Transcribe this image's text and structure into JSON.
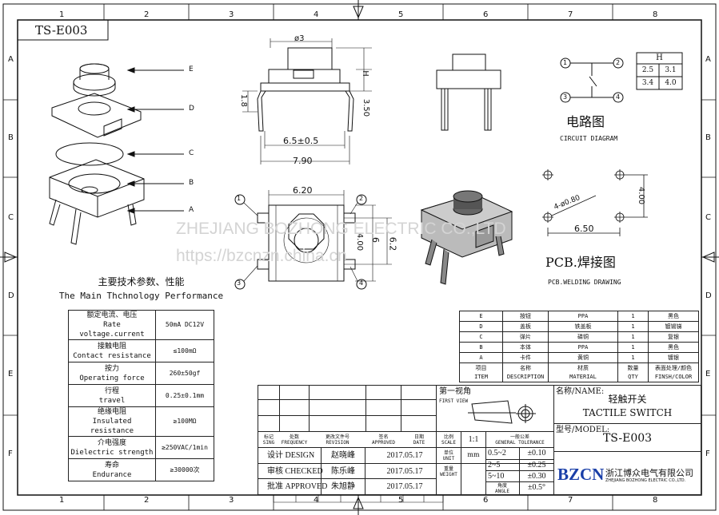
{
  "ruler": {
    "cols": [
      "1",
      "2",
      "3",
      "4",
      "5",
      "6",
      "7",
      "8"
    ],
    "rows": [
      "A",
      "B",
      "C",
      "D",
      "E",
      "F"
    ]
  },
  "part_no": "TS-E003",
  "exploded_labels": [
    "E",
    "D",
    "C",
    "B",
    "A"
  ],
  "dims": {
    "d3": "ø3",
    "h": "H",
    "d18": "1.8",
    "d350": "3.50",
    "d65": "6.5±0.5",
    "d790": "7.90",
    "d620": "6.20",
    "d6": "6",
    "d400": "4.00",
    "d62": "6.2",
    "pcb_400": "4.00",
    "pcb_08": "4-ø0.80",
    "pcb_650": "6.50"
  },
  "pins": [
    "1",
    "2",
    "3",
    "4"
  ],
  "circuit": {
    "title": "电路图",
    "subtitle": "CIRCUIT DIAGRAM",
    "pins": [
      "1",
      "2",
      "3",
      "4"
    ]
  },
  "h_table": {
    "header": "H",
    "rows": [
      [
        "2.5",
        "3.1"
      ],
      [
        "3.4",
        "4.0"
      ]
    ]
  },
  "pcb": {
    "title": "PCB.焊接图",
    "subtitle": "PCB.WELDING DRAWING"
  },
  "watermark": {
    "line1": "ZHEJIANG BOZHONG ELECTRIC CO.,LTD",
    "line2": "https://bzcnzn.china.cn"
  },
  "spec": {
    "title_cn": "主要技术参数、性能",
    "title_en": "The Main Thchnology Performance",
    "rows": [
      {
        "cn": "额定电流、电压",
        "en": "Rate voltage.current",
        "value": "50mA DC12V"
      },
      {
        "cn": "接触电阻",
        "en": "Contact resistance",
        "value": "≤100mΩ"
      },
      {
        "cn": "按力",
        "en": "Operating force",
        "value": "260±50gf"
      },
      {
        "cn": "行程",
        "en": "travel",
        "value": "0.25±0.1mm"
      },
      {
        "cn": "绝缘电阻",
        "en": "Insulated resistance",
        "value": "≥100MΩ"
      },
      {
        "cn": "介电强度",
        "en": "Dielectric strength",
        "value": "≥250VAC/1min"
      },
      {
        "cn": "寿命",
        "en": "Endurance",
        "value": "≥30000次"
      }
    ]
  },
  "parts": {
    "rows": [
      [
        "E",
        "按钮",
        "PPA",
        "1",
        "黑色"
      ],
      [
        "D",
        "盖板",
        "铁盖板",
        "1",
        "镀锡锑"
      ],
      [
        "C",
        "弹片",
        "磷铜",
        "1",
        "复银"
      ],
      [
        "B",
        "本体",
        "PPA",
        "1",
        "黑色"
      ],
      [
        "A",
        "卡件",
        "黄铜",
        "1",
        "镀银"
      ]
    ],
    "header": [
      [
        "项目",
        "ITEM"
      ],
      [
        "名称",
        "DESCRIPTION"
      ],
      [
        "材质",
        "MATERIAL"
      ],
      [
        "数量",
        "QTY"
      ],
      [
        "表面处理/颜色",
        "FINSH/COLOR"
      ]
    ]
  },
  "title_block": {
    "rev_headers": [
      [
        "标记",
        "SING"
      ],
      [
        "处数",
        "FREQUENCY"
      ],
      [
        "更改文件号",
        "REVISION"
      ],
      [
        "签名",
        "APPROVED"
      ],
      [
        "日期",
        "DATE"
      ]
    ],
    "design": {
      "label": "设计 DESIGN",
      "name": "赵晓峰",
      "date": "2017.05.17"
    },
    "checked": {
      "label": "审核 CHECKED",
      "name": "陈乐峰",
      "date": "2017.05.17"
    },
    "approved": {
      "label": "批准 APPROVED",
      "name": "朱旭静",
      "date": "2017.05.17"
    },
    "first_view": {
      "cn": "第一视角",
      "en": "FIRST VIEW"
    },
    "scale": {
      "cn": "比例",
      "en": "SCALE",
      "value": "1:1"
    },
    "unit": {
      "cn": "单位",
      "en": "UNIT",
      "value": "mm"
    },
    "weight": {
      "cn": "重量",
      "en": "WEIGHT"
    },
    "tolerance": {
      "cn": "一般公差",
      "en": "GENERAL TOLERANCE",
      "rows": [
        [
          "0.5~2",
          "±0.10"
        ],
        [
          "2~5",
          "±0.25"
        ],
        [
          "5~10",
          "±0.30"
        ]
      ],
      "angle_cn": "角度",
      "angle_en": "ANGLE",
      "angle_value": "±0.5°"
    },
    "name_label": "名称/NAME:",
    "name_cn": "轻触开关",
    "name_en": "TACTILE SWITCH",
    "model_label": "型号/MODEL:",
    "model": "TS-E003",
    "logo": "BZCN",
    "company_cn": "浙江博众电气有限公司",
    "company_en": "ZHEJIANG BOZHONG ELECTRIC CO.,LTD."
  }
}
